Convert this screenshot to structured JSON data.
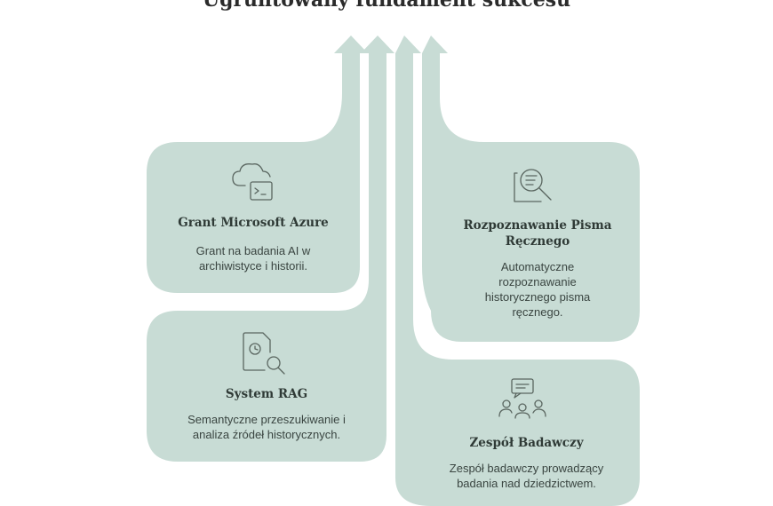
{
  "title": "Ugruntowany fundament sukcesu",
  "colors": {
    "panel": "#c8dcd5",
    "ink": "#2f3a36",
    "line": "#5a6660"
  },
  "cards": [
    {
      "id": "grant",
      "icon": "cloud-terminal-icon",
      "title": "Grant Microsoft Azure",
      "description_lines": [
        "Grant na badania AI w",
        "archiwistyce i historii."
      ]
    },
    {
      "id": "rag",
      "icon": "document-search-icon",
      "title": "System RAG",
      "description_lines": [
        "Semantyczne przeszukiwanie i",
        "analiza źródeł historycznych."
      ]
    },
    {
      "id": "htr",
      "icon": "handwriting-search-icon",
      "title_lines": [
        "Rozpoznawanie Pisma",
        "Ręcznego"
      ],
      "description_lines": [
        "Automatyczne",
        "rozpoznawanie",
        "historycznego pisma",
        "ręcznego."
      ]
    },
    {
      "id": "team",
      "icon": "team-discussion-icon",
      "title": "Zespół Badawczy",
      "description_lines": [
        "Zespół badawczy prowadzący",
        "badania nad dziedzictwem."
      ]
    }
  ]
}
